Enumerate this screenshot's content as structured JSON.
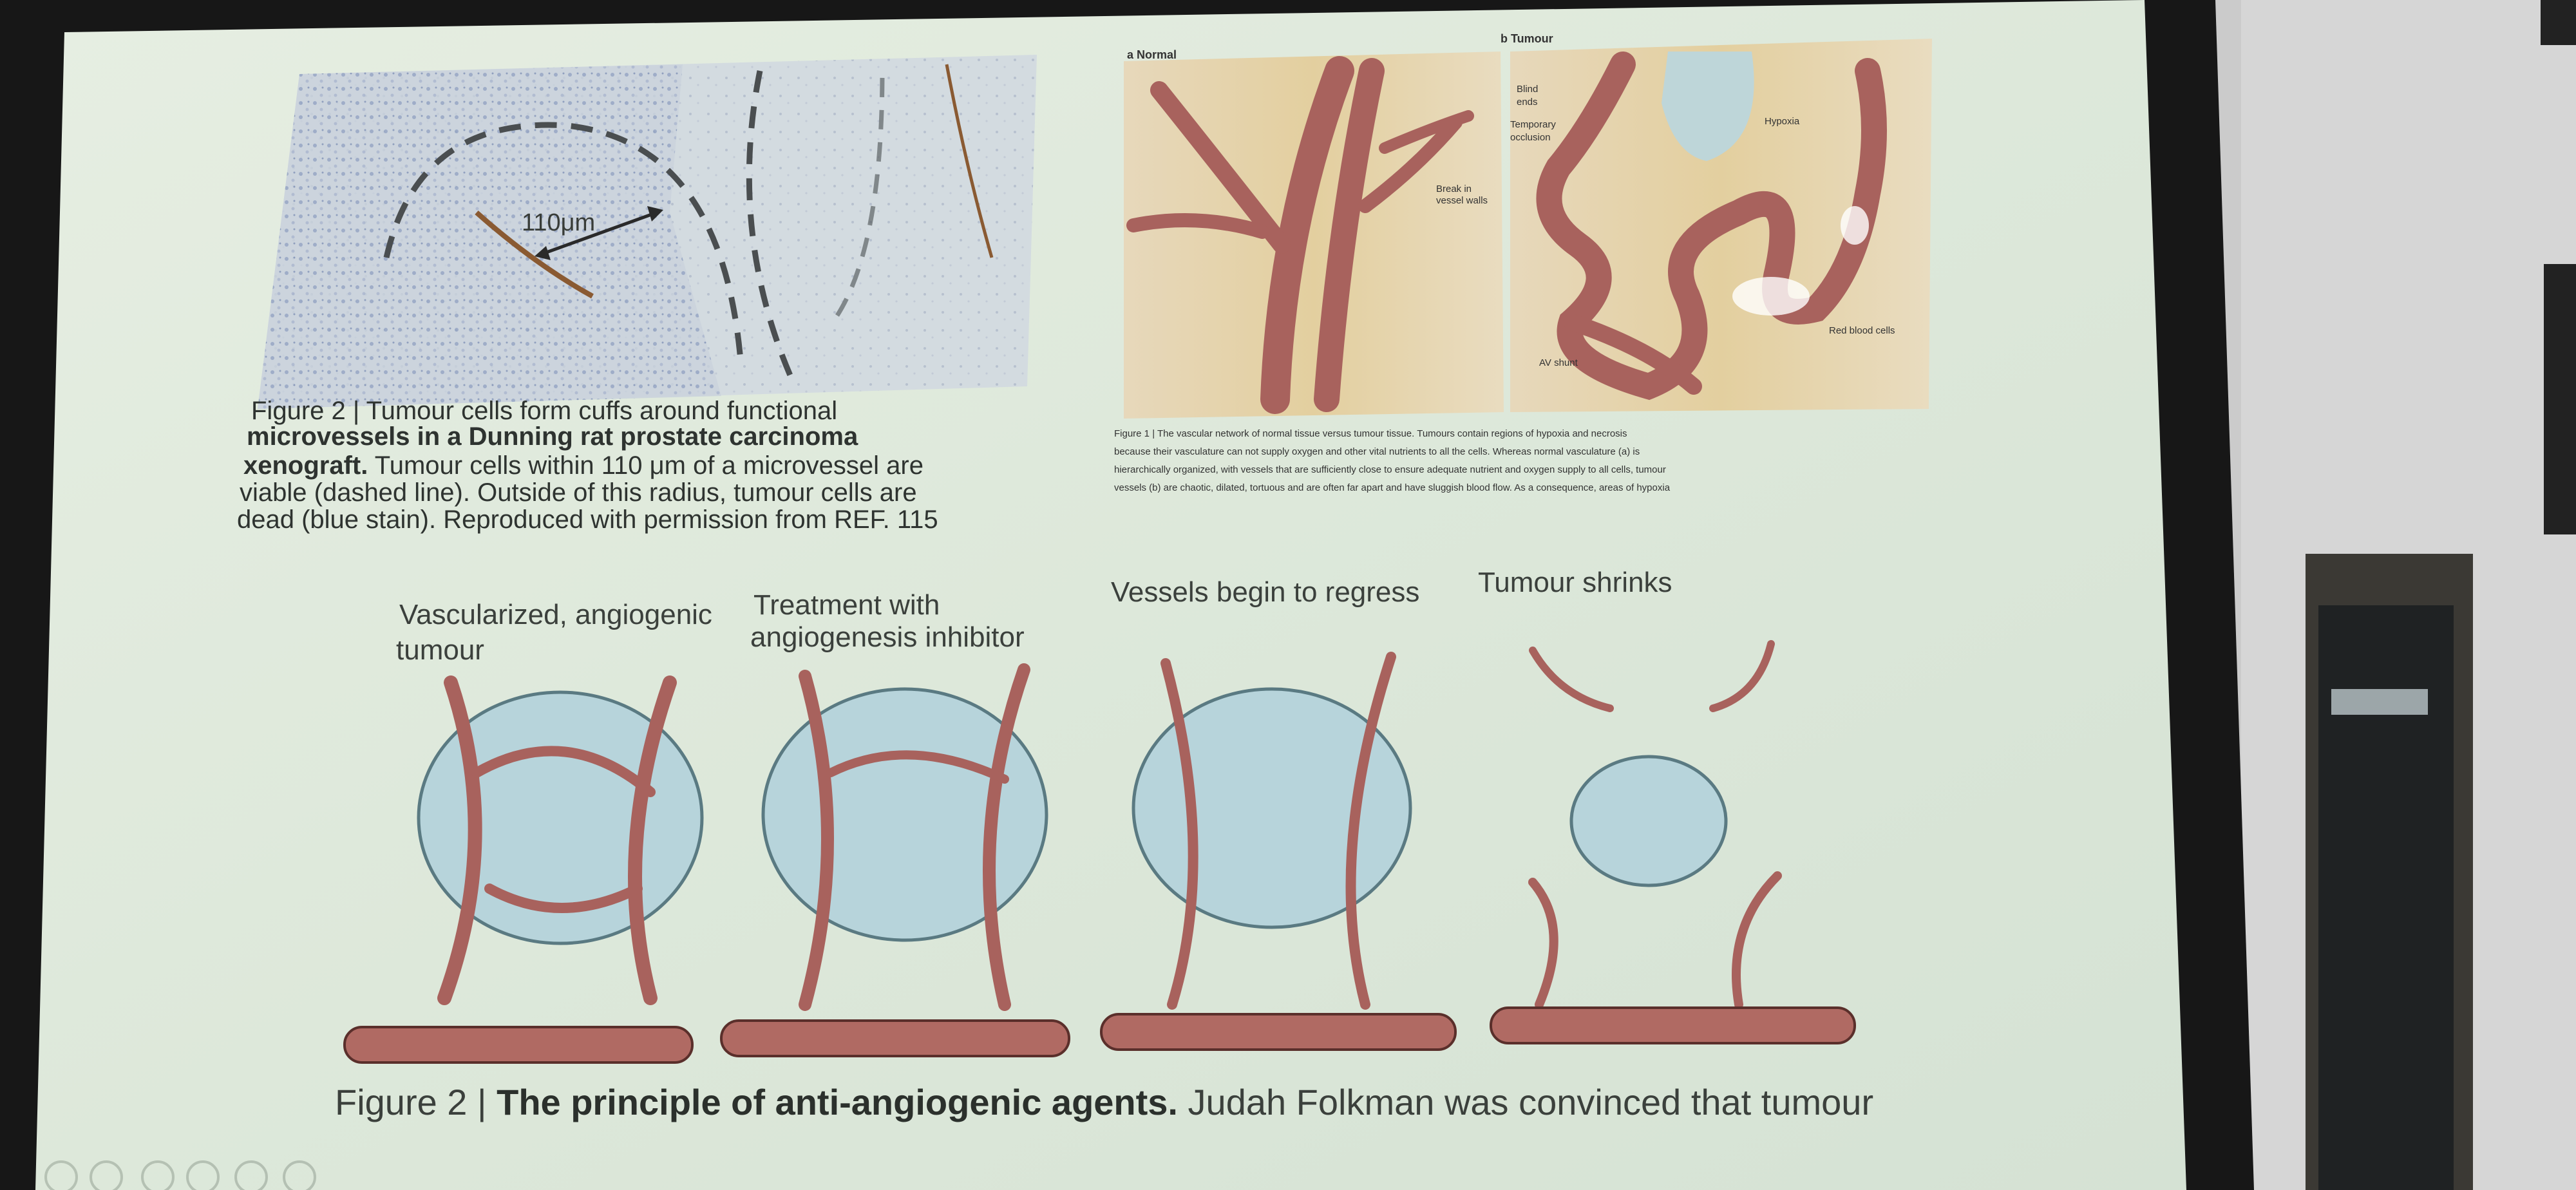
{
  "colors": {
    "screen": "#dfe9dc",
    "wall": "#cfcfcf",
    "frame": "#141414",
    "vessel": "#b06a63",
    "cell": "#b7d4db",
    "hypoxia": "#b9d6df",
    "tissue": "#e9d7b2"
  },
  "icons": [
    "back-icon",
    "play-icon",
    "pen-icon",
    "slides-icon",
    "zoom-icon",
    "more-icon"
  ],
  "fig_micrograph": {
    "scale_label": "110μm"
  },
  "fig_micrograph_caption": {
    "title": "Figure 2 | ",
    "bold": "Tumour cells form cuffs around functional microvessels in a Dunning rat prostate carcinoma xenograft.",
    "line1": "Figure 2 | Tumour cells form cuffs around functional",
    "line2": "microvessels in a Dunning rat prostate carcinoma",
    "line3a": "xenograft.",
    "line3b": " Tumour cells within 110 μm of a microvessel are",
    "line4": "viable (dashed line). Outside of this radius, tumour cells are",
    "line5": "dead (blue stain). Reproduced with permission from REF. 115"
  },
  "fig_vascular": {
    "panel_a": "a  Normal",
    "panel_b": "b  Tumour",
    "label_blind": "Blind",
    "label_ends": "ends",
    "label_temporary": "Temporary",
    "label_occlusion": "occlusion",
    "label_break": "Break in",
    "label_vessel_walls": "vessel walls",
    "label_hypoxia": "Hypoxia",
    "label_av_shunt": "AV shunt",
    "label_rbc": "Red blood cells",
    "caption1": "Figure 1 | The vascular network of normal tissue versus tumour tissue. Tumours contain regions of hypoxia and necrosis",
    "caption2": "because their vasculature can not supply oxygen and other vital nutrients to all the cells. Whereas normal vasculature (a) is",
    "caption3": "hierarchically organized, with vessels that are sufficiently close to ensure adequate nutrient and oxygen supply to all cells, tumour",
    "caption4": "vessels (b) are chaotic, dilated, tortuous and are often far apart and have sluggish blood flow. As a consequence, areas of hypoxia"
  },
  "fig_antiangio": {
    "stage1_line1": "Vascularized, angiogenic",
    "stage1_line2": "tumour",
    "stage2_line1": "Treatment with",
    "stage2_line2": "angiogenesis inhibitor",
    "stage3": "Vessels begin to regress",
    "stage4": "Tumour shrinks",
    "caption_prefix": "Figure 2 | ",
    "caption_bold": "The principle of anti-angiogenic agents.",
    "caption_rest": " Judah Folkman was convinced that tumour"
  }
}
